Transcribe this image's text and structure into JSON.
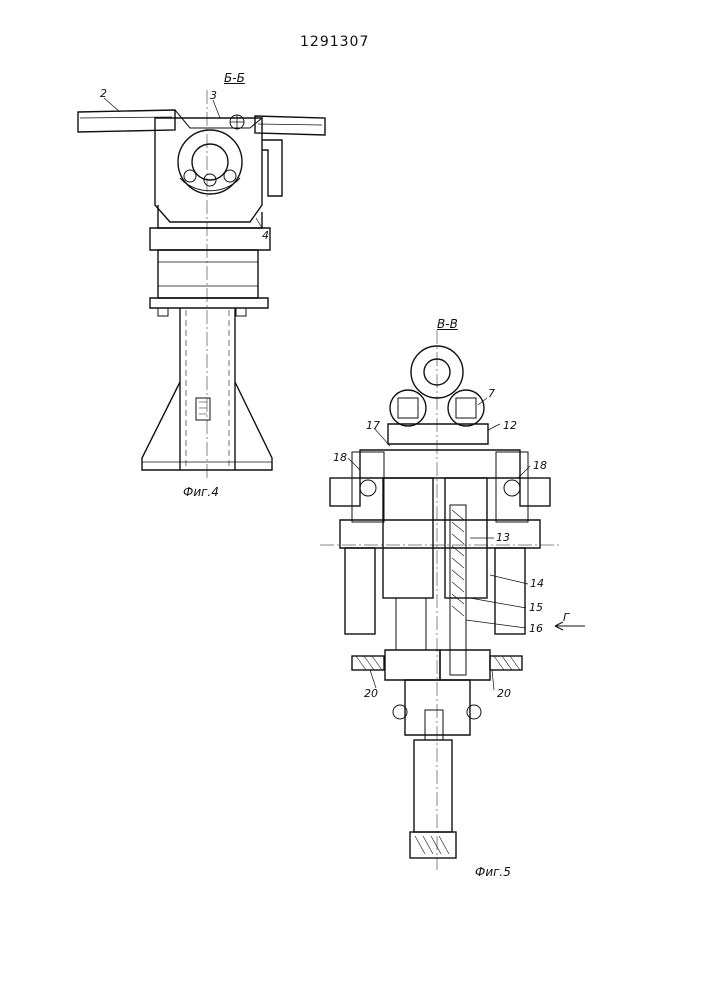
{
  "patent_number": "1291307",
  "figure4": {
    "section_label": "Б-Б",
    "caption": "Фиг.4",
    "callouts": [
      "2",
      "3",
      "4"
    ]
  },
  "figure5": {
    "section_label": "В-В",
    "caption": "Фиг.5",
    "view_arrow": "Г",
    "callouts": [
      "7",
      "12",
      "17",
      "18",
      "18",
      "13",
      "14",
      "15",
      "16",
      "20",
      "20"
    ]
  }
}
